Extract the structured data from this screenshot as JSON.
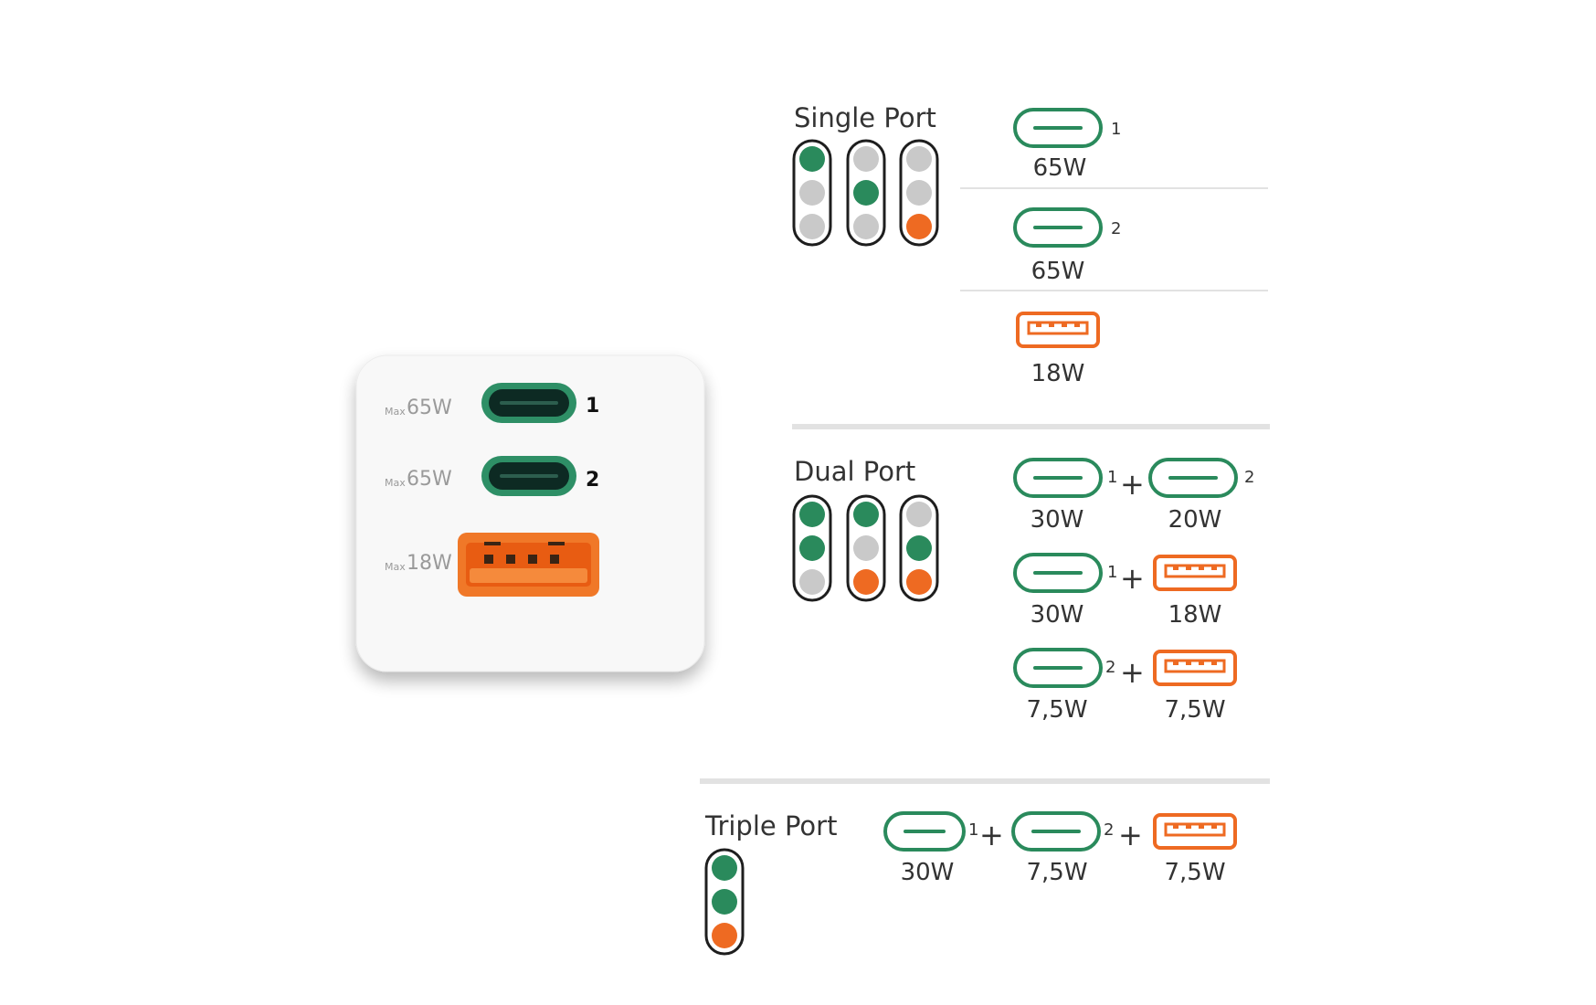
{
  "colors": {
    "green": "#2a8a5c",
    "orange": "#ee6a22",
    "inactive": "#c9c9c9",
    "outline": "#1e1e1e",
    "separator": "#e2e2e2",
    "device_body": "#f8f8f8",
    "usbc_ring": "#2e8f66",
    "usbc_hole": "#0d2a23",
    "usba": "#f07828"
  },
  "device": {
    "ports": [
      {
        "max_label": "Max",
        "watt": "65W",
        "number": "1",
        "type": "usb-c"
      },
      {
        "max_label": "Max",
        "watt": "65W",
        "number": "2",
        "type": "usb-c"
      },
      {
        "max_label": "Max",
        "watt": "18W",
        "number": "",
        "type": "usb-a"
      }
    ]
  },
  "sections": {
    "single": {
      "title": "Single Port",
      "indicators": [
        [
          "green",
          "inactive",
          "inactive"
        ],
        [
          "inactive",
          "green",
          "inactive"
        ],
        [
          "inactive",
          "inactive",
          "orange"
        ]
      ],
      "rows": [
        [
          {
            "type": "usb-c",
            "num": "1",
            "watt": "65W"
          }
        ],
        [
          {
            "type": "usb-c",
            "num": "2",
            "watt": "65W"
          }
        ],
        [
          {
            "type": "usb-a",
            "num": "",
            "watt": "18W"
          }
        ]
      ]
    },
    "dual": {
      "title": "Dual Port",
      "indicators": [
        [
          "green",
          "green",
          "inactive"
        ],
        [
          "green",
          "inactive",
          "orange"
        ],
        [
          "inactive",
          "green",
          "orange"
        ]
      ],
      "plus": "+",
      "rows": [
        [
          {
            "type": "usb-c",
            "num": "1",
            "watt": "30W"
          },
          {
            "type": "usb-c",
            "num": "2",
            "watt": "20W"
          }
        ],
        [
          {
            "type": "usb-c",
            "num": "1",
            "watt": "30W"
          },
          {
            "type": "usb-a",
            "num": "",
            "watt": "18W"
          }
        ],
        [
          {
            "type": "usb-c",
            "num": "2",
            "watt": "7,5W"
          },
          {
            "type": "usb-a",
            "num": "",
            "watt": "7,5W"
          }
        ]
      ]
    },
    "triple": {
      "title": "Triple Port",
      "indicators": [
        [
          "green",
          "green",
          "orange"
        ]
      ],
      "plus": "+",
      "rows": [
        [
          {
            "type": "usb-c",
            "num": "1",
            "watt": "30W"
          },
          {
            "type": "usb-c",
            "num": "2",
            "watt": "7,5W"
          },
          {
            "type": "usb-a",
            "num": "",
            "watt": "7,5W"
          }
        ]
      ]
    }
  }
}
